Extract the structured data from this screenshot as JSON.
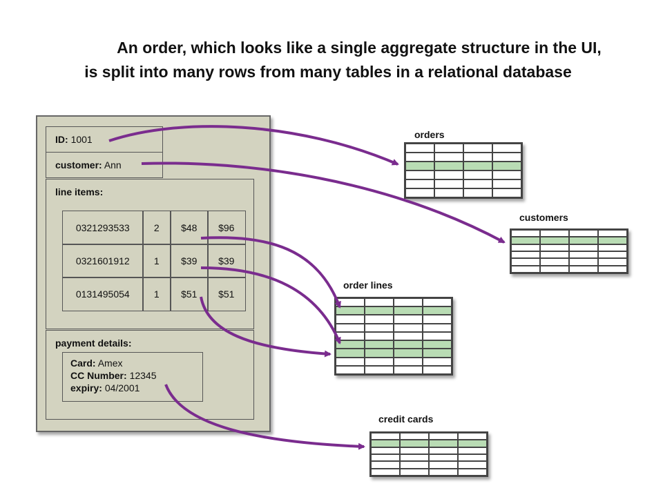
{
  "caption": {
    "line1": "An order, which looks like a single aggregate structure in the UI,",
    "line2": "is split into many rows from many tables in a relational database"
  },
  "order_ui": {
    "id_label": "ID:",
    "id_value": "1001",
    "customer_label": "customer:",
    "customer_value": "Ann",
    "line_items_label": "line items:",
    "line_items": [
      [
        "0321293533",
        "2",
        "$48",
        "$96"
      ],
      [
        "0321601912",
        "1",
        "$39",
        "$39"
      ],
      [
        "0131495054",
        "1",
        "$51",
        "$51"
      ]
    ],
    "payment_label": "payment details:",
    "card_label": "Card:",
    "card_value": "Amex",
    "cc_label": "CC Number:",
    "cc_value": "12345",
    "expiry_label": "expiry:",
    "expiry_value": "04/2001"
  },
  "tables": [
    {
      "name": "orders",
      "rows": 6,
      "cols": 4,
      "highlighted_rows": [
        2
      ]
    },
    {
      "name": "customers",
      "rows": 6,
      "cols": 4,
      "highlighted_rows": [
        1
      ]
    },
    {
      "name": "order lines",
      "rows": 9,
      "cols": 4,
      "highlighted_rows": [
        1,
        5,
        6
      ]
    },
    {
      "name": "credit cards",
      "rows": 6,
      "cols": 4,
      "highlighted_rows": [
        1
      ]
    }
  ],
  "colors": {
    "ui_background": "#d3d3c0",
    "highlight_row": "#b9dcb4",
    "arrow": "#7a2c8e"
  }
}
